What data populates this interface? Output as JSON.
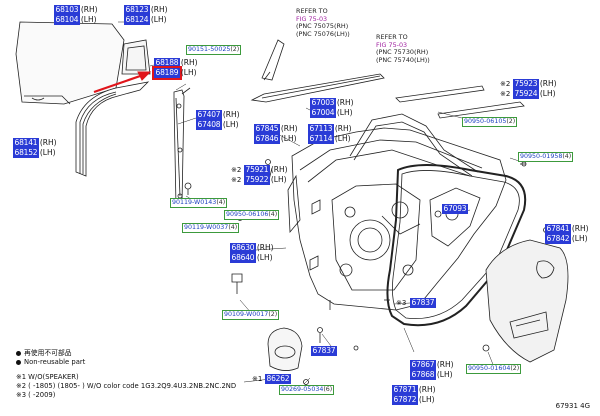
{
  "diagram": {
    "code": "67931 4G",
    "refer_1": {
      "line1": "REFER TO",
      "line2": "FIG 75-03",
      "line3": "(PNC 75075(RH)",
      "line4": "(PNC 75076(LH))"
    },
    "refer_2": {
      "line1": "REFER TO",
      "line2": "FIG 75-03",
      "line3": "(PNC 75730(RH)",
      "line4": "(PNC 75740(LH))"
    },
    "fig_color": "#a020a0",
    "part_color": "#2a3bd6",
    "highlight_color": "#e0151b",
    "labels": {
      "l68103": {
        "pn": "68103",
        "sf": "(RH)"
      },
      "l68104": {
        "pn": "68104",
        "sf": "(LH)"
      },
      "l68123": {
        "pn": "68123",
        "sf": "(RH)"
      },
      "l68124": {
        "pn": "68124",
        "sf": "(LH)"
      },
      "l68188": {
        "pn": "68188",
        "sf": "(RH)"
      },
      "l68189": {
        "pn": "68189",
        "sf": "(LH)"
      },
      "l68141": {
        "pn": "68141",
        "sf": "(RH)"
      },
      "l68152": {
        "pn": "68152",
        "sf": "(LH)"
      },
      "l67407": {
        "pn": "67407",
        "sf": "(RH)"
      },
      "l67408": {
        "pn": "67408",
        "sf": "(LH)"
      },
      "l67845": {
        "pn": "67845",
        "sf": "(RH)"
      },
      "l67846": {
        "pn": "67846",
        "sf": "(LH)"
      },
      "l67003": {
        "pn": "67003",
        "sf": "(RH)"
      },
      "l67004": {
        "pn": "67004",
        "sf": "(LH)"
      },
      "l67113": {
        "pn": "67113",
        "sf": "(RH)"
      },
      "l67114": {
        "pn": "67114",
        "sf": "(LH)"
      },
      "l75921": {
        "pn": "75921",
        "sf": "(RH)"
      },
      "l75922": {
        "pn": "75922",
        "sf": "(LH)"
      },
      "l75923": {
        "pn": "75923",
        "sf": "(RH)"
      },
      "l75924": {
        "pn": "75924",
        "sf": "(LH)"
      },
      "l68630": {
        "pn": "68630",
        "sf": "(RH)"
      },
      "l68640": {
        "pn": "68640",
        "sf": "(LH)"
      },
      "l67093": {
        "pn": "67093",
        "sf": ""
      },
      "l67841": {
        "pn": "67841",
        "sf": "(RH)"
      },
      "l67842": {
        "pn": "67842",
        "sf": "(LH)"
      },
      "l67837": {
        "pn": "67837",
        "sf": ""
      },
      "l67837b": {
        "pn": "67837",
        "sf": ""
      },
      "l67867": {
        "pn": "67867",
        "sf": "(RH)"
      },
      "l67868": {
        "pn": "67868",
        "sf": "(LH)"
      },
      "l86262": {
        "pn": "86262",
        "sf": ""
      },
      "l67871": {
        "pn": "67871",
        "sf": "(RH)"
      },
      "l67872": {
        "pn": "67872",
        "sf": "(LH)"
      }
    },
    "marks": {
      "m1": "※2",
      "m2": "※2",
      "m3": "※2",
      "m4": "※2",
      "m5": "※3",
      "m6": "※1"
    },
    "fasteners": {
      "f1": {
        "pn": "90151-50025",
        "cnt": "(2)"
      },
      "f2": {
        "pn": "90119-W0143",
        "cnt": "(4)"
      },
      "f3": {
        "pn": "90950-06106",
        "cnt": "(4)"
      },
      "f4": {
        "pn": "90119-W0037",
        "cnt": "(4)"
      },
      "f5": {
        "pn": "90109-W0017",
        "cnt": "(2)"
      },
      "f6": {
        "pn": "90950-06105",
        "cnt": "(2)"
      },
      "f7": {
        "pn": "90950-01958",
        "cnt": "(4)"
      },
      "f8": {
        "pn": "90950-01604",
        "cnt": "(2)"
      },
      "f9": {
        "pn": "90269-05034",
        "cnt": "(6)"
      }
    },
    "legend": {
      "jp": "再使用不可部品",
      "en": "Non-reusable part",
      "n1": "※1  W/O(SPEAKER)",
      "n2": "※2  (          -1805)  (1805-        )  W/O color code 1G3.2Q9.4U3.2NB.2NC.2ND",
      "n3": "※3  (          -2009)"
    }
  }
}
